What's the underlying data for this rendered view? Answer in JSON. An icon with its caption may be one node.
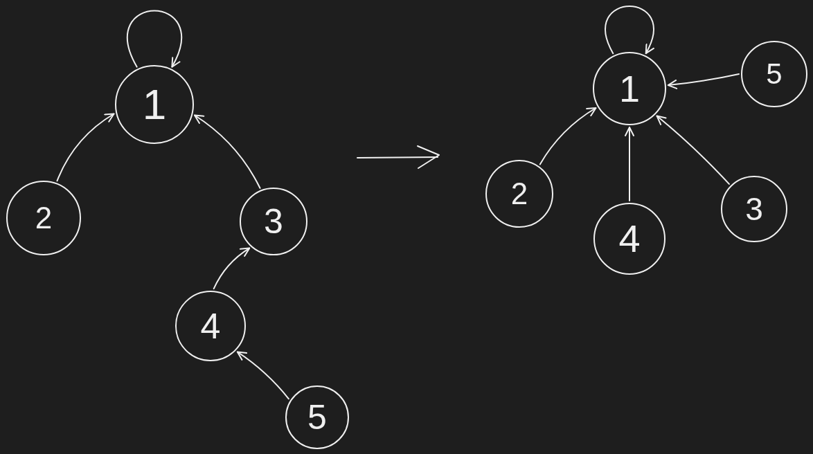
{
  "diagram": {
    "nodes": [
      {
        "text": [
          "1"
        ]
      },
      {
        "text": [
          "2"
        ]
      },
      {
        "text": [
          "3"
        ]
      },
      {
        "text": [
          "4"
        ]
      },
      {
        "text": [
          "5"
        ]
      },
      {
        "text": [
          "1"
        ]
      },
      {
        "text": [
          "5"
        ]
      },
      {
        "text": [
          "2"
        ]
      },
      {
        "text": [
          "4"
        ]
      },
      {
        "text": [
          "3"
        ]
      }
    ],
    "edges": [
      {
        "from": 0,
        "to": 0,
        "arrow": "to"
      },
      {
        "from": 1,
        "to": 0,
        "arrow": "to"
      },
      {
        "from": 2,
        "to": 0,
        "arrow": "to"
      },
      {
        "from": 3,
        "to": 2,
        "arrow": "to"
      },
      {
        "from": 4,
        "to": 3,
        "arrow": "to"
      },
      {
        "from": 5,
        "to": 5,
        "arrow": "to"
      },
      {
        "from": 6,
        "to": 5,
        "arrow": "to"
      },
      {
        "from": 7,
        "to": 5,
        "arrow": "to"
      },
      {
        "from": 8,
        "to": 5,
        "arrow": "to"
      },
      {
        "from": 9,
        "to": 5,
        "arrow": "to"
      }
    ]
  }
}
